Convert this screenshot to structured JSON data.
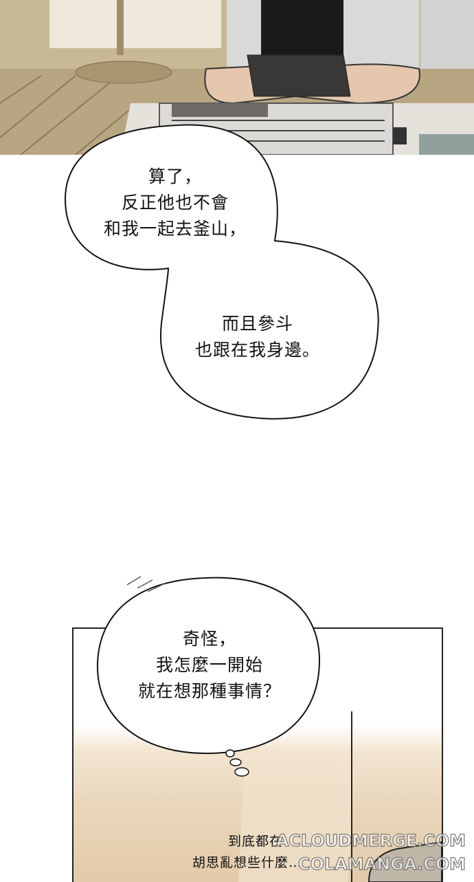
{
  "bubble_1": {
    "lines": [
      "算了，",
      "反正他也不會",
      "和我一起去釜山，"
    ]
  },
  "bubble_2": {
    "lines": [
      "而且參斗",
      "也跟在我身邊。"
    ]
  },
  "bubble_3": {
    "lines": [
      "奇怪，",
      "我怎麼一開始",
      "就在想那種事情？"
    ]
  },
  "narration": {
    "lines": [
      "到底都在",
      "胡思亂想些什麼…"
    ]
  },
  "watermarks": [
    "ACLOUDMERGE.COM",
    "COLAMANGA.COM"
  ]
}
